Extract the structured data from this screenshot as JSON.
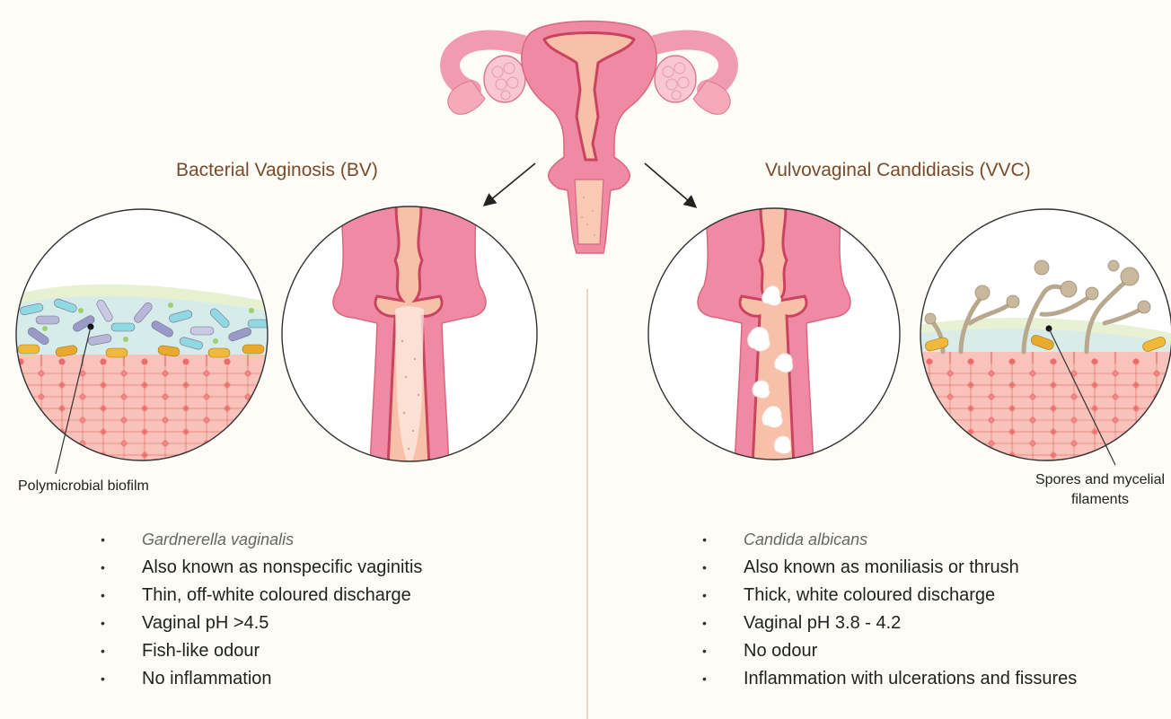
{
  "bv": {
    "title": "Bacterial Vaginosis (BV)",
    "callout": "Polymicrobial biofilm",
    "facts": [
      "Gardnerella vaginalis",
      "Also known as nonspecific vaginitis",
      "Thin, off-white coloured discharge",
      "Vaginal pH >4.5",
      "Fish-like odour",
      "No inflammation"
    ]
  },
  "vvc": {
    "title": "Vulvovaginal Candidiasis (VVC)",
    "callout_line1": "Spores and mycelial",
    "callout_line2": "filaments",
    "facts": [
      "Candida albicans",
      "Also known as  moniliasis or thrush",
      "Thick, white coloured discharge",
      "Vaginal pH 3.8 - 4.2",
      "No odour",
      "Inflammation with ulcerations and fissures"
    ]
  },
  "colors": {
    "background": "#fdfcf7",
    "title": "#7a4a2a",
    "tissue_pink": "#ef8ea3",
    "tissue_dark": "#c7445f",
    "epithelium": "#f7b4ac",
    "nucleus": "#ef6b6b"
  }
}
